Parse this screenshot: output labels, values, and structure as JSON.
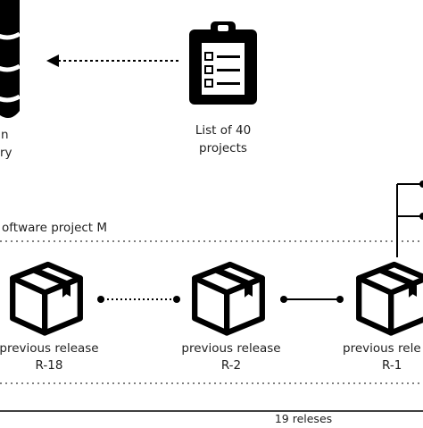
{
  "repository": {
    "label_line1": "n",
    "label_line2": "ry"
  },
  "project_list": {
    "label_line1": "List of 40",
    "label_line2": "projects"
  },
  "project_group": {
    "label": "oftware project M"
  },
  "releases": [
    {
      "label_line1": "previous release",
      "label_line2": "R-18"
    },
    {
      "label_line1": "previous release",
      "label_line2": "R-2"
    },
    {
      "label_line1": "previous rele",
      "label_line2": "R-1"
    }
  ],
  "span": {
    "label": "19 releses"
  },
  "colors": {
    "ink": "#000000",
    "box_fill": "#ffffff",
    "text": "#1f1f1f"
  },
  "icons": [
    "database-icon",
    "clipboard-list-icon",
    "package-box-icon"
  ]
}
